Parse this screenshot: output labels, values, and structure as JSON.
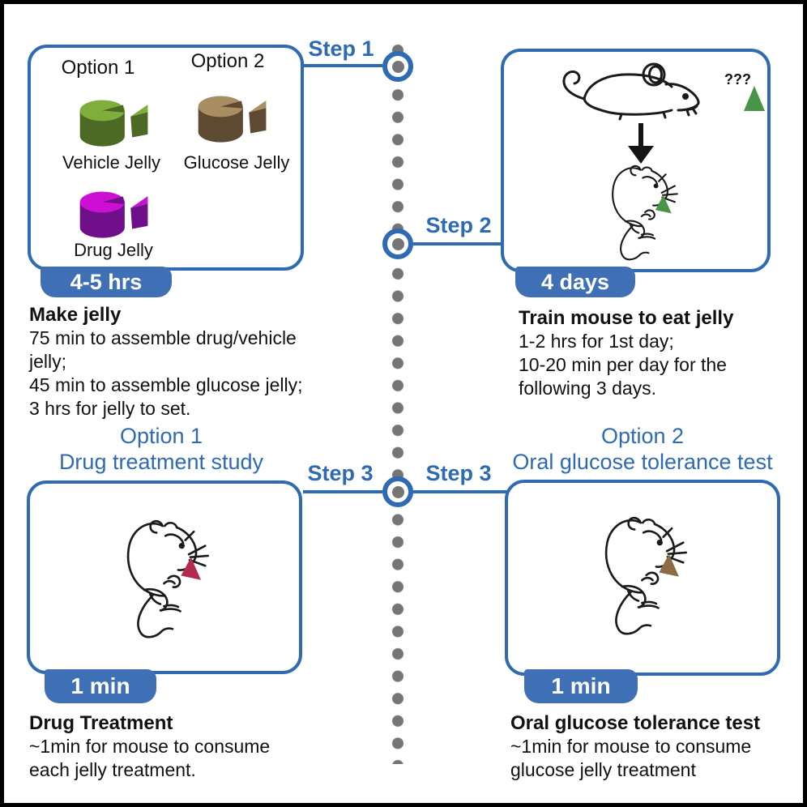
{
  "colors": {
    "blue": "#2e6bb2",
    "badge_blue": "#3f6fb5",
    "dot_gray": "#757575",
    "vehicle_top": "#7fae3d",
    "vehicle_side": "#4d6a24",
    "glucose_top": "#a98e63",
    "glucose_side": "#5e4a33",
    "drug_top": "#cb0fd3",
    "drug_side": "#6f0f8a",
    "triangle_green": "#4a9447",
    "triangle_red": "#b32a4e",
    "triangle_brown": "#8d6b44"
  },
  "connector": {
    "step1": "Step 1",
    "step2": "Step 2",
    "step3_left": "Step 3",
    "step3_right": "Step 3"
  },
  "jelly_box": {
    "option1": "Option 1",
    "option2": "Option 2",
    "vehicle": "Vehicle Jelly",
    "glucose": "Glucose Jelly",
    "drug": "Drug Jelly",
    "badge": "4-5 hrs"
  },
  "make_jelly": {
    "title": "Make jelly",
    "line1": "75 min to assemble drug/vehicle",
    "line2": "jelly;",
    "line3": "45 min to assemble glucose jelly;",
    "line4": "3 hrs for jelly to set."
  },
  "train_box": {
    "badge": "4 days",
    "question": "???",
    "title": "Train mouse to eat jelly",
    "line1": "1-2 hrs for 1st day;",
    "line2": "10-20 min per day for the",
    "line3": "following 3 days."
  },
  "drug_study": {
    "option": "Option 1",
    "subtitle": "Drug treatment study",
    "badge": "1 min",
    "title": "Drug Treatment",
    "line1": "~1min for mouse to consume",
    "line2": "each jelly treatment."
  },
  "ogtt": {
    "option": "Option 2",
    "subtitle": "Oral glucose tolerance test",
    "badge": "1 min",
    "title": "Oral glucose tolerance test",
    "line1": "~1min for mouse to consume",
    "line2": "glucose jelly treatment"
  }
}
